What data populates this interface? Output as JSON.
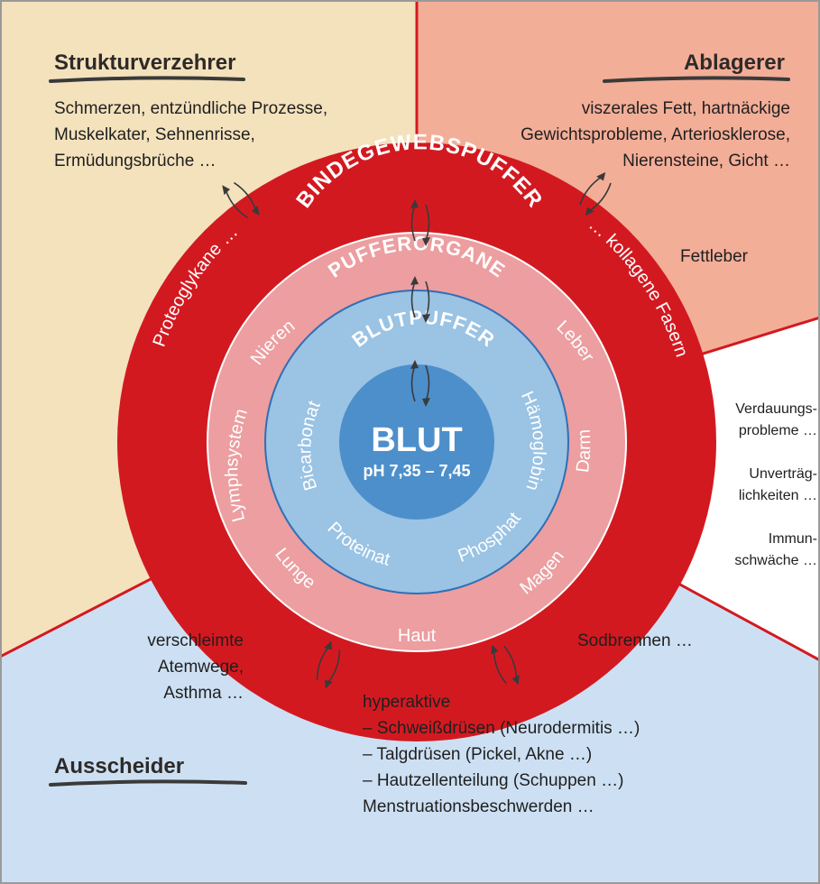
{
  "colors": {
    "strukturverzehrer_bg": "#f4e2bd",
    "ablagerer_bg": "#f3ae98",
    "ausscheider_bg": "#cde0f3",
    "divider_red": "#d31920",
    "bindegewebs_ring": "#d31920",
    "puffer_ring": "#ec9ea0",
    "blut_ring": "#9ac3e4",
    "blut_core": "#4d8fcb"
  },
  "sections": {
    "strukturverzehrer": {
      "title": "Strukturverzehrer",
      "lines": [
        "Schmerzen, entzündliche Prozesse,",
        "Muskelkater, Sehnenrisse,",
        "Ermüdungsbrüche …"
      ]
    },
    "ablagerer": {
      "title": "Ablagerer",
      "lines": [
        "viszerales Fett, hartnäckige",
        "Gewichtsprobleme, Arteriosklerose,",
        "Nierensteine, Gicht …"
      ],
      "extra": "Fettleber"
    },
    "right": {
      "items": [
        [
          "Verdauungs-",
          "probleme …"
        ],
        [
          "Unverträg-",
          "lichkeiten …"
        ],
        [
          "Immun-",
          "schwäche …"
        ]
      ]
    },
    "ausscheider": {
      "title": "Ausscheider",
      "left_lines": [
        "verschleimte",
        "Atemwege,",
        "Asthma …"
      ],
      "right_text": "Sodbrennen …",
      "bottom_lines": [
        "hyperaktive",
        "– Schweißdrüsen (Neurodermitis …)",
        "– Talgdrüsen (Pickel, Akne …)",
        "– Hautzellenteilung (Schuppen …)",
        "Menstruationsbeschwerden …"
      ]
    }
  },
  "rings": {
    "bindegewebspuffer": {
      "title": "BINDEGEWEBSPUFFER",
      "left": "Proteoglykane …",
      "right": "… kollagene Fasern"
    },
    "pufferorgane": {
      "title": "PUFFERORGANE",
      "organs": [
        "Nieren",
        "Lymphsystem",
        "Lunge",
        "Haut",
        "Magen",
        "Darm",
        "Leber"
      ]
    },
    "blutpuffer": {
      "title": "BLUTPUFFER",
      "items": [
        "Bicarbonat",
        "Proteinat",
        "Phosphat",
        "Hämoglobin"
      ]
    },
    "blut": {
      "title": "BLUT",
      "subtitle": "pH 7,35 – 7,45"
    }
  }
}
